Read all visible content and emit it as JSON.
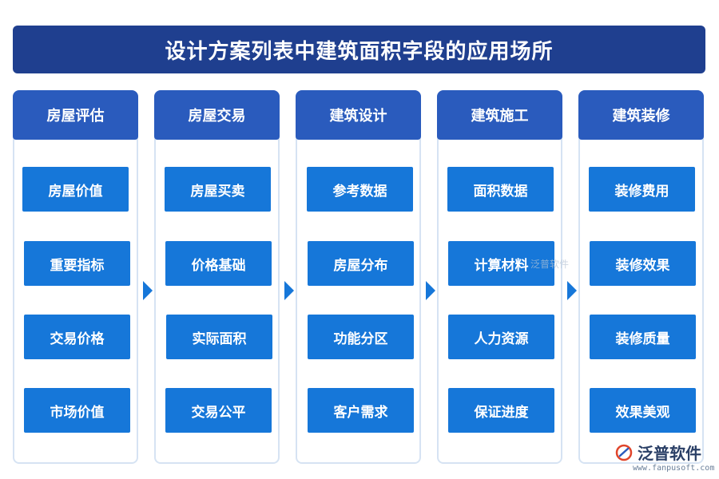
{
  "title": "设计方案列表中建筑面积字段的应用场所",
  "columns": [
    {
      "header": "房屋评估",
      "items": [
        "房屋价值",
        "重要指标",
        "交易价格",
        "市场价值"
      ]
    },
    {
      "header": "房屋交易",
      "items": [
        "房屋买卖",
        "价格基础",
        "实际面积",
        "交易公平"
      ]
    },
    {
      "header": "建筑设计",
      "items": [
        "参考数据",
        "房屋分布",
        "功能分区",
        "客户需求"
      ]
    },
    {
      "header": "建筑施工",
      "items": [
        "面积数据",
        "计算材料",
        "人力资源",
        "保证进度"
      ]
    },
    {
      "header": "建筑装修",
      "items": [
        "装修费用",
        "装修效果",
        "装修质量",
        "效果美观"
      ]
    }
  ],
  "watermark": "泛普软件",
  "logo": {
    "name": "泛普软件",
    "url": "www.fanpusoft.com",
    "icon": "fanpu-logo-icon"
  },
  "colors": {
    "title_bg": "#1f3f8f",
    "header_bg": "#2a5bbd",
    "item_bg": "#1677d9",
    "border": "#d6e3f3"
  }
}
